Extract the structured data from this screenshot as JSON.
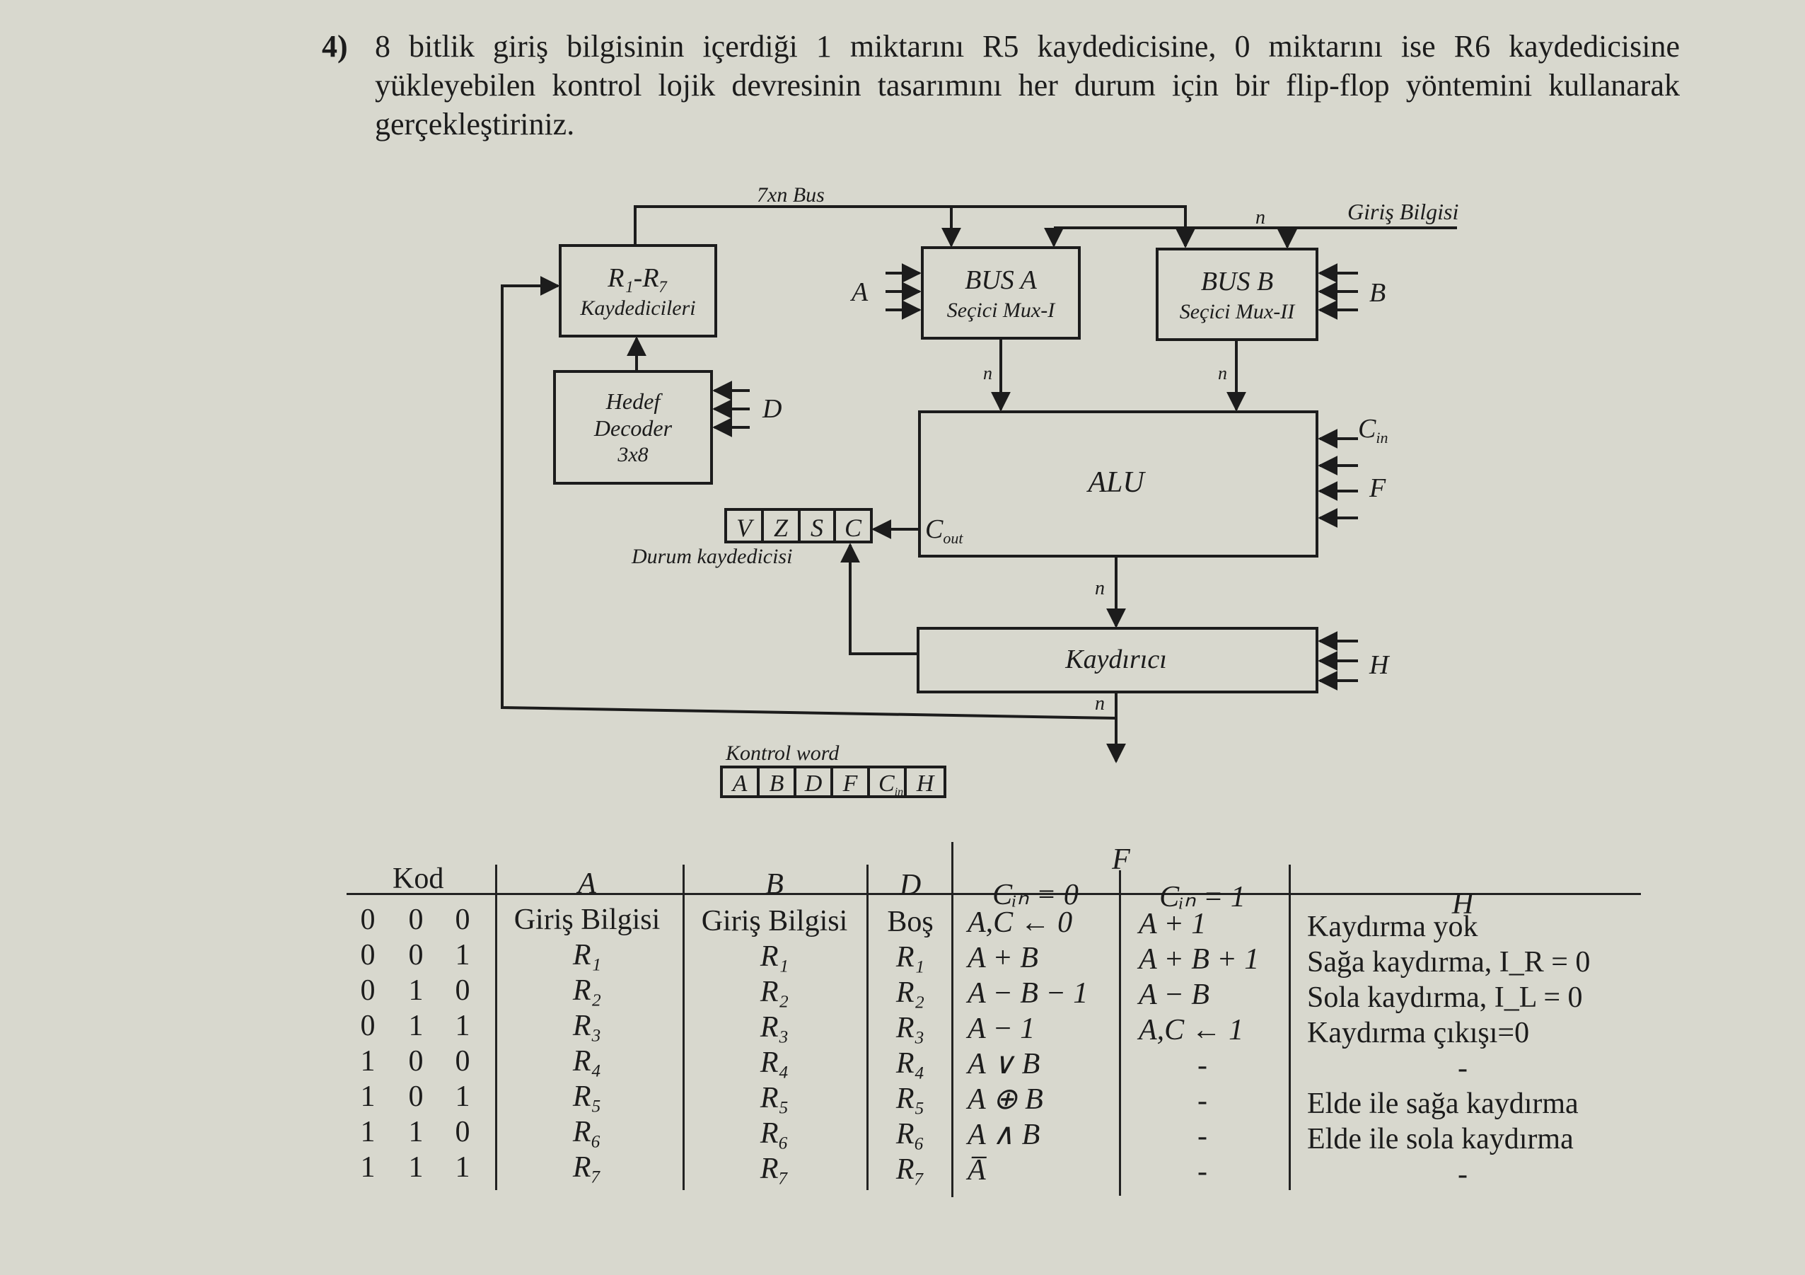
{
  "question": {
    "number": "4)",
    "text": "8 bitlik giriş bilgisinin içerdiği 1 miktarını R5 kaydedicisine, 0 miktarını ise R6 kaydedicisine yükleyebilen kontrol lojik devresinin tasarımını her durum için bir flip-flop yöntemini kullanarak gerçekleştiriniz."
  },
  "diagram": {
    "bus_label": "7xn Bus",
    "input_label": "Giriş Bilgisi",
    "n": "n",
    "registers": {
      "title": "R₁-R₇",
      "subtitle": "Kaydedicileri"
    },
    "decoder": {
      "line1": "Hedef",
      "line2": "Decoder",
      "line3": "3x8",
      "input": "D"
    },
    "bus_a": {
      "title": "BUS A",
      "subtitle": "Seçici Mux-I",
      "input": "A"
    },
    "bus_b": {
      "title": "BUS B",
      "subtitle": "Seçici Mux-II",
      "input": "B"
    },
    "alu": {
      "title": "ALU",
      "cin": "C",
      "cin_sub": "in",
      "f": "F",
      "cout": "C",
      "cout_sub": "out"
    },
    "status": {
      "flags": [
        "V",
        "Z",
        "S",
        "C"
      ],
      "label": "Durum kaydedicisi"
    },
    "shifter": {
      "title": "Kaydırıcı",
      "input": "H"
    },
    "control_word": {
      "label": "Kontrol word",
      "fields": [
        "A",
        "B",
        "D",
        "F",
        "C",
        "H"
      ],
      "c_sub": "in"
    }
  },
  "table": {
    "headers": {
      "kod": "Kod",
      "a": "A",
      "b": "B",
      "d": "D",
      "f": "F",
      "cin0": "Cᵢₙ = 0",
      "cin1": "Cᵢₙ = 1",
      "h": "H"
    },
    "rows": [
      {
        "code": [
          "0",
          "0",
          "0"
        ],
        "a": "Giriş Bilgisi",
        "b": "Giriş Bilgisi",
        "d": "Boş",
        "f0": "A,C ← 0",
        "f1": "A + 1",
        "h": "Kaydırma yok"
      },
      {
        "code": [
          "0",
          "0",
          "1"
        ],
        "a": "R₁",
        "b": "R₁",
        "d": "R₁",
        "f0": "A + B",
        "f1": "A + B + 1",
        "h": "Sağa kaydırma, I_R = 0"
      },
      {
        "code": [
          "0",
          "1",
          "0"
        ],
        "a": "R₂",
        "b": "R₂",
        "d": "R₂",
        "f0": "A − B − 1",
        "f1": "A − B",
        "h": "Sola kaydırma, I_L = 0"
      },
      {
        "code": [
          "0",
          "1",
          "1"
        ],
        "a": "R₃",
        "b": "R₃",
        "d": "R₃",
        "f0": "A − 1",
        "f1": "A,C ← 1",
        "h": "Kaydırma çıkışı=0"
      },
      {
        "code": [
          "1",
          "0",
          "0"
        ],
        "a": "R₄",
        "b": "R₄",
        "d": "R₄",
        "f0": "A ∨ B",
        "f1": "-",
        "h": "-"
      },
      {
        "code": [
          "1",
          "0",
          "1"
        ],
        "a": "R₅",
        "b": "R₅",
        "d": "R₅",
        "f0": "A ⊕ B",
        "f1": "-",
        "h": "Elde ile sağa kaydırma"
      },
      {
        "code": [
          "1",
          "1",
          "0"
        ],
        "a": "R₆",
        "b": "R₆",
        "d": "R₆",
        "f0": "A ∧ B",
        "f1": "-",
        "h": "Elde ile sola kaydırma"
      },
      {
        "code": [
          "1",
          "1",
          "1"
        ],
        "a": "R₇",
        "b": "R₇",
        "d": "R₇",
        "f0": "A̅",
        "f1": "-",
        "h": "-"
      }
    ]
  }
}
